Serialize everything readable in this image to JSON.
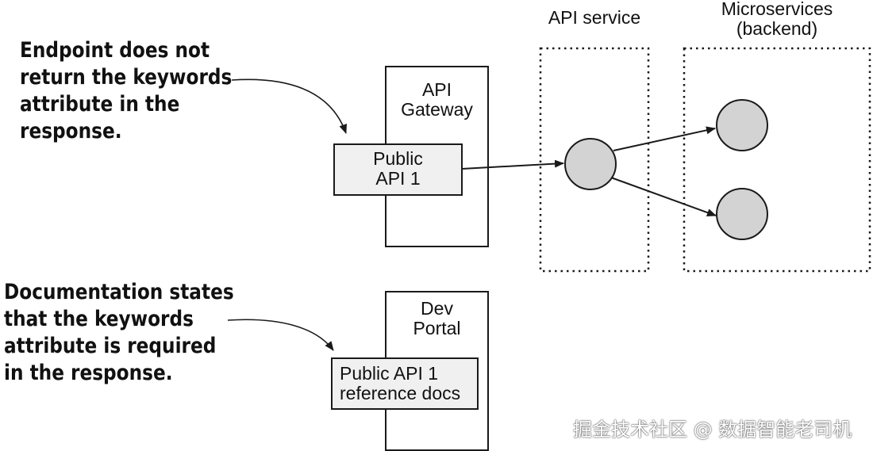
{
  "annotations": {
    "top": [
      "Endpoint does not",
      "return the keywords",
      "attribute in the",
      "response."
    ],
    "bottom": [
      "Documentation states",
      "that the keywords",
      "attribute is required",
      "in the response."
    ]
  },
  "api_gateway": {
    "title": [
      "API",
      "Gateway"
    ],
    "public_api": [
      "Public",
      "API 1"
    ]
  },
  "dev_portal": {
    "title": [
      "Dev",
      "Portal"
    ],
    "docs": [
      "Public API 1",
      "reference docs"
    ]
  },
  "api_service": {
    "title": "API service"
  },
  "microservices": {
    "title": [
      "Microservices",
      "(backend)"
    ]
  },
  "watermark": "掘金技术社区 @ 数据智能老司机",
  "colors": {
    "node_fill": "#d3d3d3",
    "box_fill": "#f0f0f0",
    "stroke": "#1a1a1a"
  }
}
